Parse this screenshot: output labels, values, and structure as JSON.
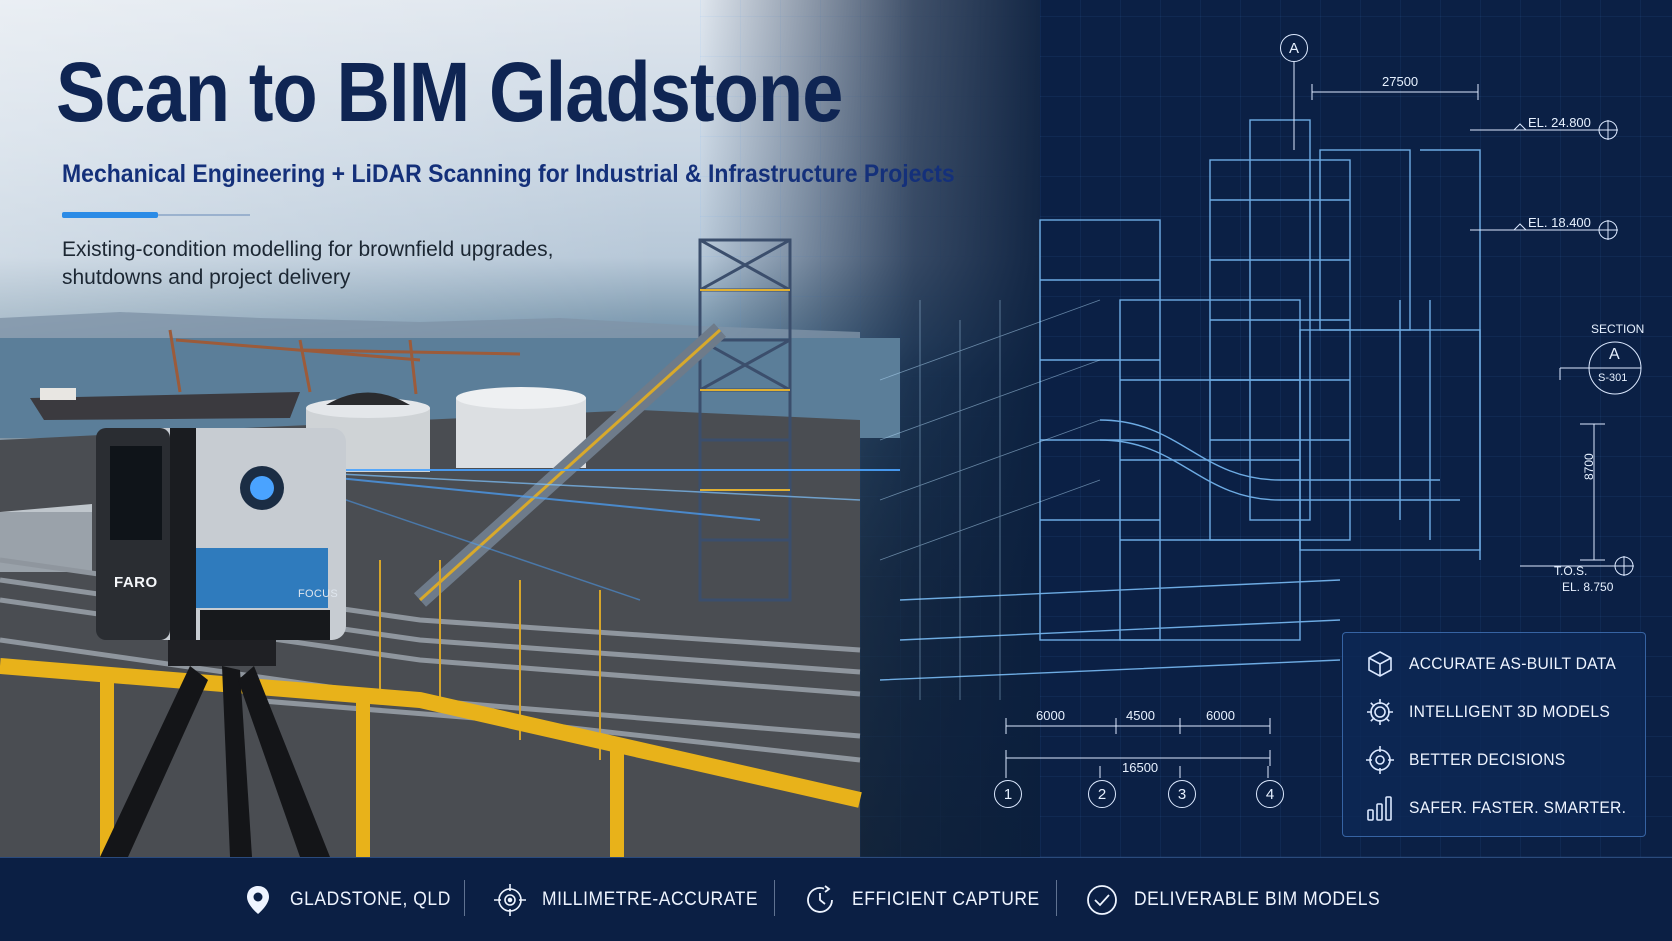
{
  "header": {
    "title": "Scan to BIM Gladstone",
    "subtitle": "Mechanical Engineering + LiDAR Scanning for Industrial & Infrastructure Projects",
    "tagline_line1": "Existing-condition modelling for brownfield upgrades,",
    "tagline_line2": "shutdowns and project delivery"
  },
  "scanner": {
    "brand": "FARO",
    "model": "FOCUS"
  },
  "blueprint": {
    "section_marker": "A",
    "dim_top": "27500",
    "el_1": "EL. 24.800",
    "el_2": "EL. 18.400",
    "section_label": "SECTION",
    "section_letter": "A",
    "section_sheet": "S-301",
    "dim_vertical": "8700",
    "tos_label": "T.O.S.",
    "el_3": "EL. 8.750",
    "dim_a": "6000",
    "dim_b": "4500",
    "dim_c": "6000",
    "dim_total": "16500",
    "grid_1": "1",
    "grid_2": "2",
    "grid_3": "3",
    "grid_4": "4"
  },
  "features": [
    {
      "label": "ACCURATE AS-BUILT DATA",
      "icon": "cube-icon"
    },
    {
      "label": "INTELLIGENT 3D MODELS",
      "icon": "gear-icon"
    },
    {
      "label": "BETTER DECISIONS",
      "icon": "target-icon"
    },
    {
      "label": "SAFER. FASTER. SMARTER.",
      "icon": "bar-chart-icon"
    }
  ],
  "bottom_bar": [
    {
      "label": "GLADSTONE, QLD",
      "icon": "location-pin-icon"
    },
    {
      "label": "MILLIMETRE-ACCURATE",
      "icon": "crosshair-icon"
    },
    {
      "label": "EFFICIENT CAPTURE",
      "icon": "clock-icon"
    },
    {
      "label": "DELIVERABLE BIM MODELS",
      "icon": "check-circle-icon"
    }
  ],
  "colors": {
    "title": "#0f2553",
    "subtitle": "#14307a",
    "accent": "#2b8be6",
    "blueprint_bg": "#0b2045",
    "bottom_bar_bg": "#0b1f44",
    "hand_rail": "#e8b21a"
  }
}
